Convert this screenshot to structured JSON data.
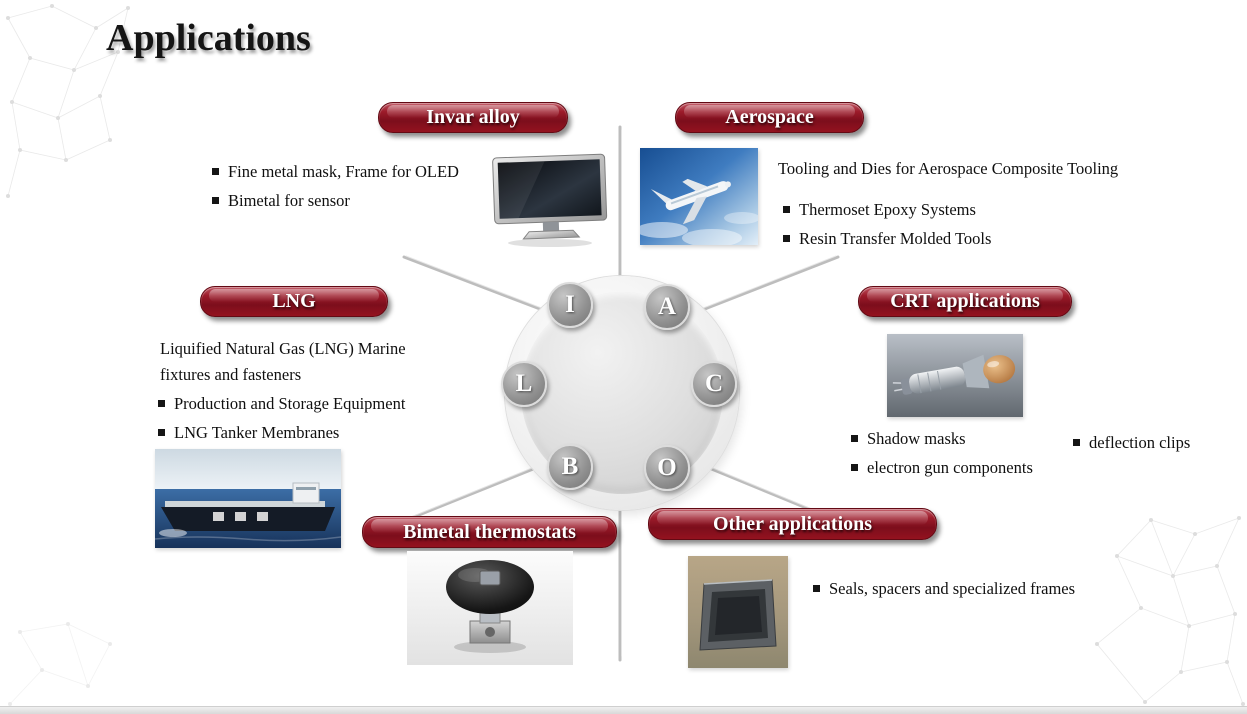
{
  "title": "Applications",
  "hub": {
    "letters": [
      "I",
      "A",
      "L",
      "C",
      "B",
      "O"
    ]
  },
  "sections": {
    "invar": {
      "label": "Invar alloy",
      "bullets": [
        "Fine metal mask, Frame for OLED",
        "Bimetal for sensor"
      ]
    },
    "aerospace": {
      "label": "Aerospace",
      "intro": "Tooling and Dies for Aerospace Composite Tooling",
      "bullets": [
        "Thermoset Epoxy Systems",
        "Resin Transfer Molded Tools"
      ]
    },
    "lng": {
      "label": "LNG",
      "intro": "Liquified Natural Gas (LNG) Marine fixtures and fasteners",
      "bullets": [
        "Production and Storage Equipment",
        "LNG Tanker Membranes"
      ]
    },
    "crt": {
      "label": "CRT applications",
      "bullets": [
        "Shadow masks",
        "electron gun components",
        "deflection clips"
      ]
    },
    "bimetal": {
      "label": "Bimetal thermostats"
    },
    "other": {
      "label": "Other applications",
      "bullets": [
        "Seals, spacers and specialized frames"
      ]
    }
  },
  "images": {
    "invar": "oled-tv-display",
    "aerospace": "airliner-in-flight",
    "lng": "lng-tanker-ship",
    "crt": "crt-electron-gun",
    "bimetal": "bimetal-thermostat-disc",
    "other": "metal-frame"
  },
  "colors": {
    "pill_maroon": "#8a1120",
    "pill_dark": "#630a14",
    "hub_gray": "#d9d9d9",
    "letter_gray": "#8f8f8f",
    "text": "#111111"
  }
}
